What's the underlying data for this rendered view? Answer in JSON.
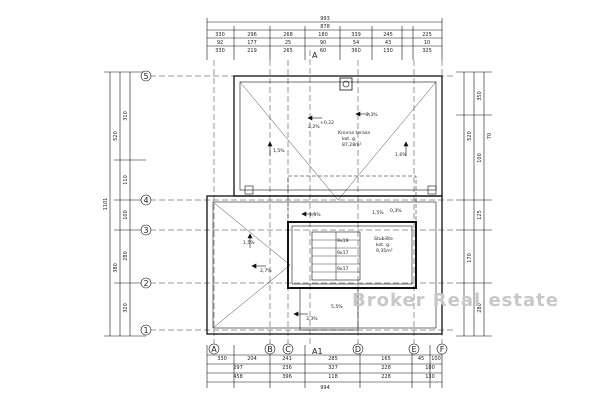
{
  "drawing": {
    "top_dimensions": {
      "total": "993",
      "sub_total": "878",
      "row_a": [
        "330",
        "296",
        "268",
        "180",
        "339",
        "245",
        "225"
      ],
      "row_b": [
        "92",
        "177",
        "25",
        "90",
        "54",
        "43",
        "10"
      ],
      "row_c": [
        "330",
        "219",
        "265",
        "60",
        "360",
        "130",
        "325"
      ]
    },
    "bottom_dimensions": {
      "row_a": [
        "330",
        "204",
        "241",
        "285",
        "165",
        "45",
        "100"
      ],
      "row_b": [
        "297",
        "236",
        "327",
        "228",
        "100"
      ],
      "row_c": [
        "458",
        "396",
        "118",
        "228",
        "130"
      ],
      "total": "994"
    },
    "left_dimensions": {
      "total": "1101",
      "upper": "520",
      "upper_parts": [
        "310",
        "110",
        "100"
      ],
      "lower_parts": [
        "280",
        "380",
        "320"
      ]
    },
    "right_dimensions": {
      "upper": "520",
      "upper_parts": [
        "350",
        "100",
        "70"
      ],
      "lower_parts": [
        "125",
        "170",
        "280"
      ]
    },
    "grid_rows": [
      "5",
      "4",
      "3",
      "2",
      "1"
    ],
    "grid_cols": [
      "A",
      "B",
      "C",
      "D",
      "E",
      "F"
    ],
    "section_marks": [
      "A",
      "A1"
    ],
    "rooms": [
      {
        "name": "Krovna terasa",
        "level": "kot. g.",
        "area": "87,28m²"
      },
      {
        "name": "Stubište",
        "level": "kot. g.",
        "area": "9,35m²"
      }
    ],
    "stair_labels": [
      "9x19",
      "9x17",
      "9x17"
    ],
    "level_mark": "+0.22",
    "slopes": [
      "2,2%",
      "2,3%",
      "1,5%",
      "1,6%",
      "1,5%",
      "1,5%",
      "2,7%",
      "1,5%",
      "3,3%",
      "5,5%",
      "0,3%"
    ],
    "watermark": "Broker Real estate"
  }
}
